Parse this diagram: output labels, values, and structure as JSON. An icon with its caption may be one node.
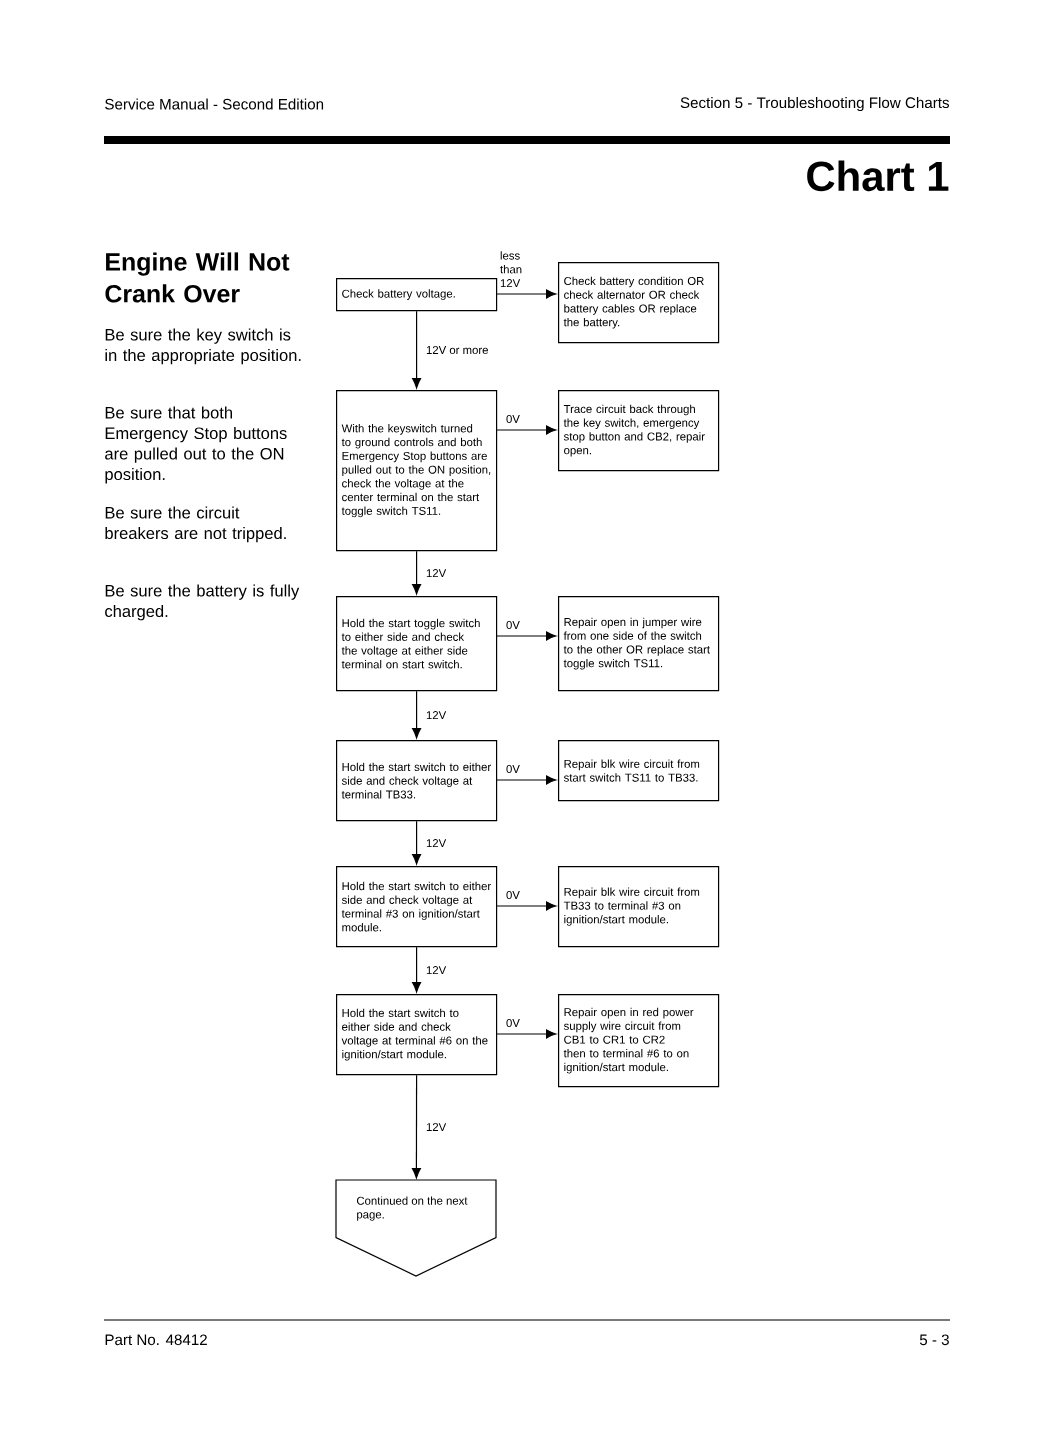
{
  "diagram": {
    "title": "Chart 1",
    "nodes": [
      {
        "text": [
          "Check battery voltage."
        ]
      },
      {
        "text": [
          "Check battery condition OR check alternator OR check battery cables OR replace the battery."
        ]
      },
      {
        "text": [
          "With the keyswitch turned to ground controls and both Emergency Stop buttons are pulled out to the ON position, check the voltage at the center terminal on the start toggle switch TS11."
        ]
      },
      {
        "text": [
          "Trace circuit back through the key switch, emergency stop button and CB2, repair open."
        ]
      },
      {
        "text": [
          "Hold the start toggle switch to either side and check the voltage at either side terminal on start switch."
        ]
      },
      {
        "text": [
          "Repair open in jumper wire from one side of the switch to the other OR replace start toggle switch TS11."
        ]
      },
      {
        "text": [
          "Hold the start switch to either side and check voltage at terminal TB33."
        ]
      },
      {
        "text": [
          "Repair blk wire circuit from start switch TS11 to TB33."
        ]
      },
      {
        "text": [
          "Hold the start switch to either side and check voltage at terminal #3 on ignition/start module."
        ]
      },
      {
        "text": [
          "Repair blk wire circuit from TB33 to terminal #3 on ignition/start module."
        ]
      },
      {
        "text": [
          "Hold the start switch to either side and check voltage at terminal #6 on the ignition/start module."
        ]
      },
      {
        "text": [
          "Repair open in red power supply wire circuit from CB1 to CR1 to CR2 then to terminal #6  to on ignition/start module."
        ]
      },
      {
        "text": [
          "Continued on the next page."
        ]
      }
    ],
    "edges": [
      {
        "from": 0,
        "to": 1,
        "arrow": "to",
        "label": "less than 12V"
      },
      {
        "from": 0,
        "to": 2,
        "arrow": "to",
        "label": "12V or more"
      },
      {
        "from": 2,
        "to": 3,
        "arrow": "to",
        "label": "0V"
      },
      {
        "from": 2,
        "to": 4,
        "arrow": "to",
        "label": "12V"
      },
      {
        "from": 4,
        "to": 5,
        "arrow": "to",
        "label": "0V"
      },
      {
        "from": 4,
        "to": 6,
        "arrow": "to",
        "label": "12V"
      },
      {
        "from": 6,
        "to": 7,
        "arrow": "to",
        "label": "0V"
      },
      {
        "from": 6,
        "to": 8,
        "arrow": "to",
        "label": "12V"
      },
      {
        "from": 8,
        "to": 9,
        "arrow": "to",
        "label": "0V"
      },
      {
        "from": 8,
        "to": 10,
        "arrow": "to",
        "label": "12V"
      },
      {
        "from": 10,
        "to": 11,
        "arrow": "to",
        "label": "0V"
      },
      {
        "from": 10,
        "to": 12,
        "arrow": "to",
        "label": "12V"
      }
    ],
    "labels": [
      "Service Manual - Second Edition",
      "Section 5 - Troubleshooting Flow Charts",
      "Engine Will Not Crank Over",
      "Be sure the key switch is in the appropriate position.",
      "Be sure that both Emergency Stop buttons are pulled out to the ON position.",
      "Be sure the circuit breakers are not tripped.",
      "Be sure the battery is fully charged.",
      "Part No. 48412",
      "5 - 3"
    ]
  }
}
